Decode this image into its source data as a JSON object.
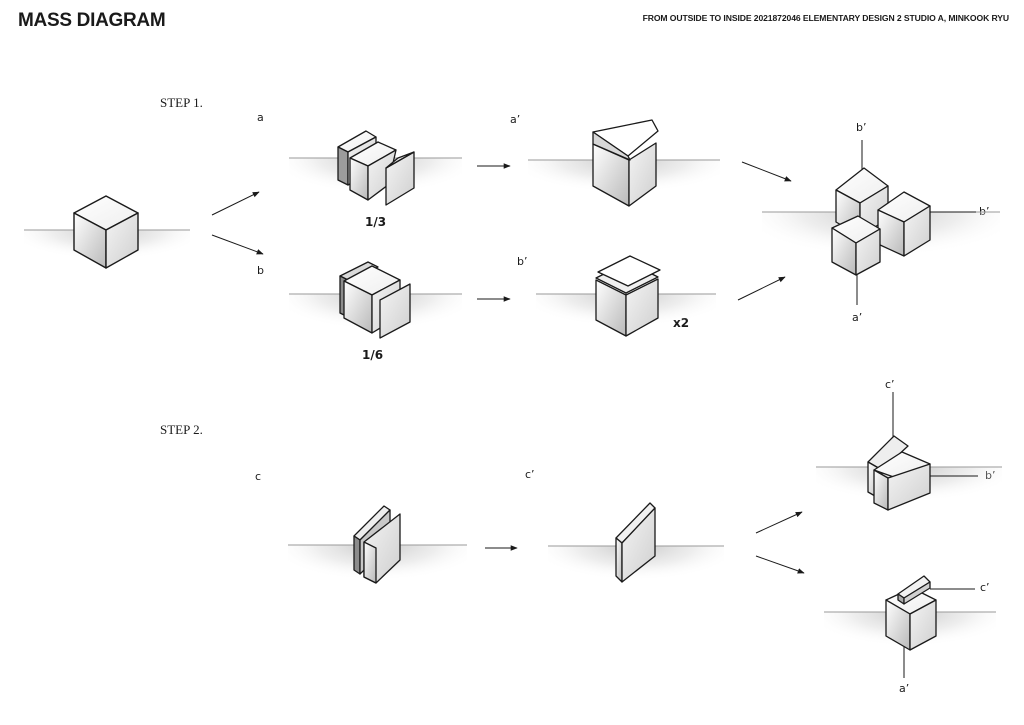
{
  "header": {
    "title": "MASS DIAGRAM",
    "credit": "FROM OUTSIDE TO INSIDE 2021872046 ELEMENTARY DESIGN 2 STUDIO A, MINKOOK RYU"
  },
  "steps": {
    "step1": "STEP 1.",
    "step2": "STEP 2."
  },
  "labels": {
    "a": "a",
    "a_prime": "a’",
    "b": "b",
    "b_prime": "b’",
    "c": "c",
    "c_prime": "c’",
    "one_third": "1/3",
    "one_sixth": "1/6",
    "times_two": "x2",
    "final_top_b": "b’",
    "final_right_b": "b’",
    "final_bottom_a": "a’",
    "step2_top_c": "c’",
    "step2_right_b": "b’",
    "step2_right_c": "c’",
    "step2_bottom_a": "a’"
  }
}
